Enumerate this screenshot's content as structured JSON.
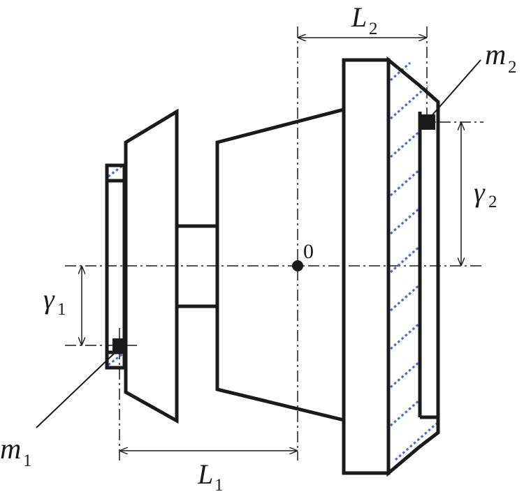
{
  "labels": {
    "L1": {
      "main": "L",
      "sub": "1"
    },
    "L2": {
      "main": "L",
      "sub": "2"
    },
    "gamma1": {
      "main": "γ",
      "sub": "1"
    },
    "gamma2": {
      "main": "γ",
      "sub": "2"
    },
    "m1": {
      "main": "m",
      "sub": "1"
    },
    "m2": {
      "main": "m",
      "sub": "2"
    },
    "origin": "0"
  },
  "colors": {
    "ink": "#1a1a1a",
    "hatch": "#4a6fc4",
    "background": "#ffffff"
  }
}
